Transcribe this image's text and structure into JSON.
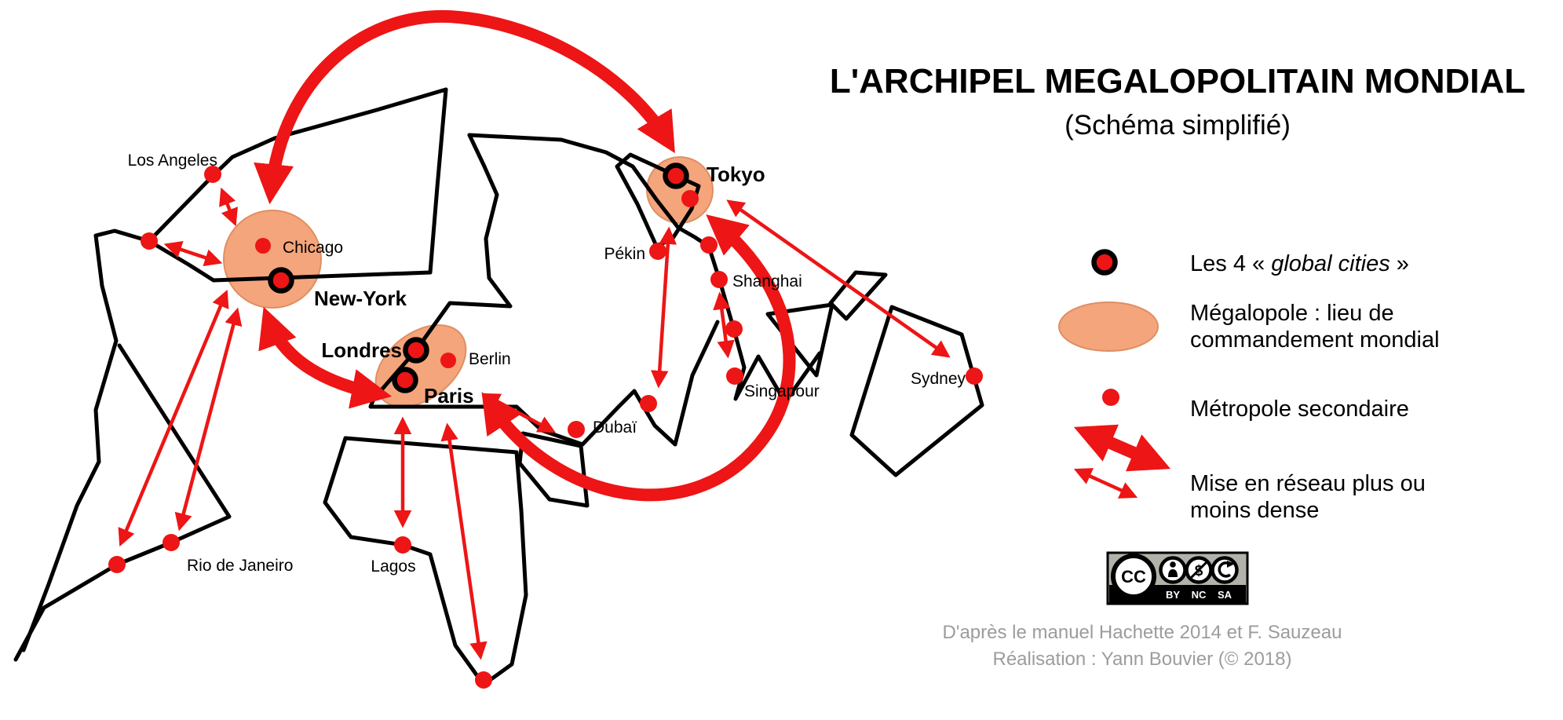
{
  "title": {
    "main": "L'ARCHIPEL MEGALOPOLITAIN MONDIAL",
    "subtitle": "(Schéma simplifié)"
  },
  "legend": {
    "items": [
      {
        "id": "global-cities",
        "prefix": "Les 4 « ",
        "italic": "global cities",
        "suffix": " »"
      },
      {
        "id": "megalopole",
        "line1": "Mégalopole : lieu de",
        "line2": "commandement mondial"
      },
      {
        "id": "metropole",
        "label": "Métropole secondaire"
      },
      {
        "id": "network",
        "line1": "Mise en réseau plus ou",
        "line2": "moins dense"
      }
    ]
  },
  "cities": {
    "global": {
      "new_york": "New-York",
      "londres": "Londres",
      "paris": "Paris",
      "tokyo": "Tokyo"
    },
    "secondary": {
      "los_angeles": "Los Angeles",
      "chicago": "Chicago",
      "rio": "Rio de Janeiro",
      "berlin": "Berlin",
      "lagos": "Lagos",
      "dubai": "Dubaï",
      "pekin": "Pékin",
      "shanghai": "Shanghai",
      "singapour": "Singapour",
      "sydney": "Sydney"
    }
  },
  "license": {
    "cc": "CC",
    "by": "BY",
    "nc": "NC",
    "sa": "SA"
  },
  "credits": {
    "line1": "D'après le manuel Hachette 2014 et F. Sauzeau",
    "line2": "Réalisation : Yann Bouvier (© 2018)"
  },
  "colors": {
    "red": "#ed1515",
    "orange": "#f5a57b",
    "outline": "#000000",
    "credits_gray": "#9c9c9c",
    "badge_gray": "#b3b2aa"
  }
}
